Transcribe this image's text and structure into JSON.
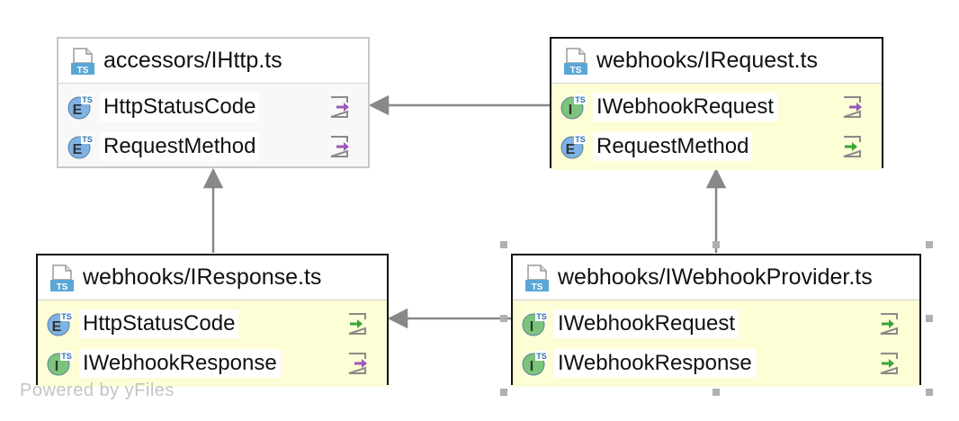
{
  "nodes": {
    "ihttp": {
      "title": "accessors/IHttp.ts",
      "rows": [
        {
          "label": "HttpStatusCode",
          "kind": "enum",
          "nav": "outgoing"
        },
        {
          "label": "RequestMethod",
          "kind": "enum",
          "nav": "outgoing"
        }
      ]
    },
    "irequest": {
      "title": "webhooks/IRequest.ts",
      "rows": [
        {
          "label": "IWebhookRequest",
          "kind": "interface",
          "nav": "outgoing"
        },
        {
          "label": "RequestMethod",
          "kind": "enum",
          "nav": "incoming"
        }
      ]
    },
    "iresponse": {
      "title": "webhooks/IResponse.ts",
      "rows": [
        {
          "label": "HttpStatusCode",
          "kind": "enum",
          "nav": "incoming"
        },
        {
          "label": "IWebhookResponse",
          "kind": "interface",
          "nav": "outgoing"
        }
      ]
    },
    "iprovider": {
      "title": "webhooks/IWebhookProvider.ts",
      "rows": [
        {
          "label": "IWebhookRequest",
          "kind": "interface",
          "nav": "incoming"
        },
        {
          "label": "IWebhookResponse",
          "kind": "interface",
          "nav": "incoming"
        }
      ]
    }
  },
  "icon_badges": {
    "file": "TS",
    "enum_letter": "E",
    "interface_letter": "I",
    "type_badge": "TS"
  },
  "colors": {
    "enum_icon": "#7fb2e5",
    "interface_icon": "#7cc47c",
    "file_icon": "#5aa7d6",
    "outgoing_arrow": "#9b59b6",
    "incoming_arrow": "#3aa53a",
    "highlight": "#fdfdd6",
    "edge": "#888888"
  },
  "watermark": "Powered by yFiles"
}
